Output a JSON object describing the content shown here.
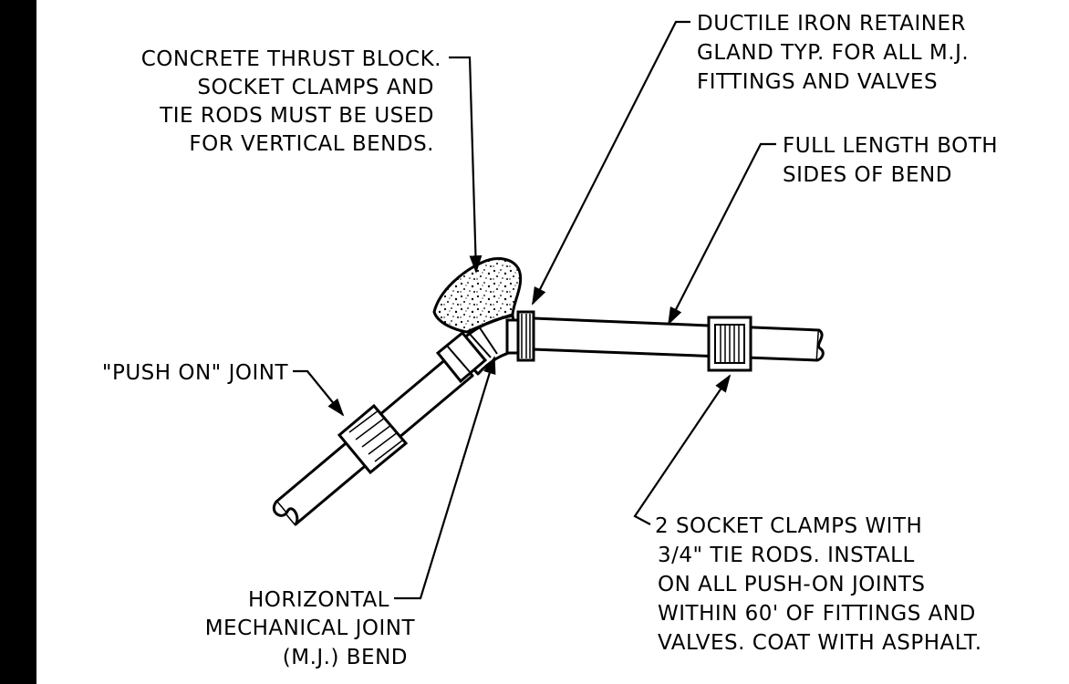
{
  "labels": {
    "thrust_block": [
      "CONCRETE THRUST BLOCK.",
      "SOCKET CLAMPS AND",
      "TIE RODS MUST BE USED",
      "FOR VERTICAL BENDS."
    ],
    "retainer_gland": [
      "DUCTILE IRON RETAINER",
      "GLAND TYP. FOR ALL M.J.",
      "FITTINGS AND VALVES"
    ],
    "full_length": [
      "FULL LENGTH BOTH",
      "SIDES OF BEND"
    ],
    "push_on_joint": [
      "\"PUSH ON\" JOINT"
    ],
    "mj_bend": [
      "HORIZONTAL",
      "MECHANICAL JOINT",
      "(M.J.) BEND"
    ],
    "socket_clamps": [
      "2 SOCKET CLAMPS WITH",
      "3/4\" TIE RODS. INSTALL",
      "ON ALL PUSH-ON JOINTS",
      "WITHIN 60' OF FITTINGS AND",
      "VALVES. COAT WITH ASPHALT."
    ]
  },
  "colors": {
    "ink": "#000000",
    "background": "#ffffff"
  }
}
